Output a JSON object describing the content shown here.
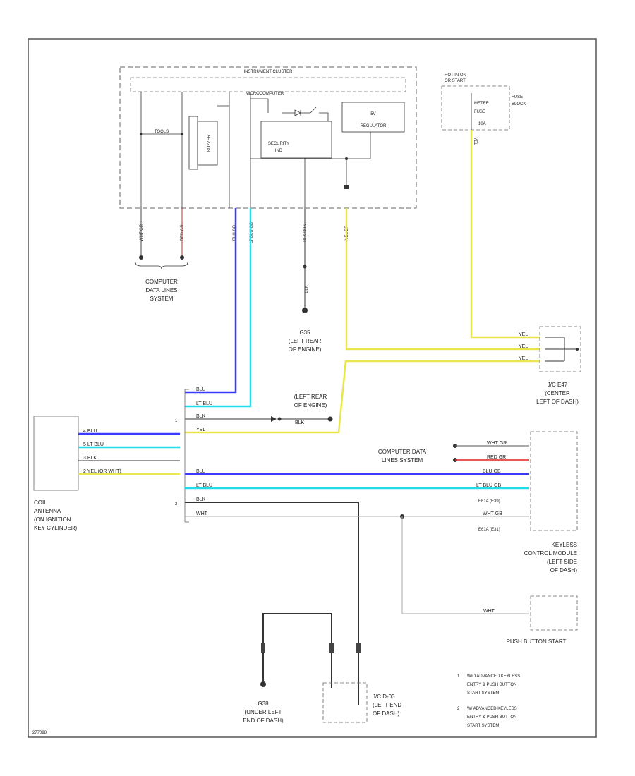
{
  "colors": {
    "blu": "#3a3aff",
    "lt_blu": "#22dcee",
    "yel": "#e8e64a",
    "blk": "#303030",
    "red": "#e02020",
    "wht": "#b0b0b0",
    "line": "#333333"
  },
  "cluster": {
    "title": "INSTRUMENT CLUSTER",
    "tools_label": "TOOLS",
    "microcomputer": "MICROCOMPUTER",
    "buzzer": "BUZZER",
    "security": "SECURITY",
    "security_2": "IND",
    "regulator": "5V",
    "regulator_2": "REGULATOR"
  },
  "fuse": {
    "hot": "HOT IN ON",
    "hot_2": "OR START",
    "fuse_label": "METER",
    "fuse_label_2": "FUSE",
    "fuse_label_3": "10A",
    "block": "FUSE",
    "block_2": "BLOCK"
  },
  "cluster_pins": {
    "p1": "WHT GR",
    "p2": "RED GR",
    "p3": "BLU GB",
    "p4": "LT BLU GB",
    "p5": "BLK BRN",
    "p6": "YEL BR"
  },
  "cdl_top": {
    "line1": "COMPUTER",
    "line2": "DATA LINES",
    "line3": "SYSTEM"
  },
  "ground_center": {
    "label": "G35",
    "line2": "(LEFT REAR",
    "line3": "OF ENGINE)",
    "wire": "BLK"
  },
  "jc": {
    "line1": "J/C E47",
    "line2": "(CENTER",
    "line3": "LEFT OF DASH)",
    "w1": "YEL",
    "w2": "YEL",
    "w3": "YEL"
  },
  "left_group": {
    "w1": "BLU",
    "w2": "LT BLU",
    "w3": "BLK",
    "w4": "YEL",
    "n1": "1",
    "gnd_line1": "(LEFT REAR",
    "gnd_line2": "OF ENGINE)",
    "gnd_wire": "BLK"
  },
  "coil": {
    "w1": "4 BLU",
    "w2": "5 LT BLU",
    "w3": "3 BLK",
    "w4": "2 YEL (OR WHT)",
    "line1": "COIL",
    "line2": "ANTENNA",
    "line3": "(ON IGNITION",
    "line4": "KEY CYLINDER)"
  },
  "lower_group": {
    "w1": "BLU",
    "w2": "LT BLU",
    "w3": "BLK",
    "w4": "WHT",
    "n2": "2"
  },
  "cdl_right": {
    "line1": "COMPUTER DATA",
    "line2": "LINES SYSTEM",
    "w1": "WHT GR",
    "w2": "RED GR"
  },
  "keyless": {
    "w3": "BLU GB",
    "w4": "LT BLU GB",
    "c1": "E61A (E39)",
    "w5": "WHT GB",
    "c2": "E61A (E31)",
    "line1": "KEYLESS",
    "line2": "CONTROL MODULE",
    "line3": "(LEFT SIDE",
    "line4": "OF DASH)"
  },
  "push": {
    "wire": "WHT",
    "label": "PUSH BUTTON START"
  },
  "ground_bottom": {
    "label": "G38",
    "line2": "(UNDER LEFT",
    "line3": "END OF DASH)"
  },
  "jc_bottom": {
    "line1": "J/C D-03",
    "line2": "(LEFT END",
    "line3": "OF DASH)"
  },
  "notes": {
    "n1": "1",
    "n1_line1": "W/O ADVANCED KEYLESS",
    "n1_line2": "ENTRY & PUSH BUTTON",
    "n1_line3": "START SYSTEM",
    "n2": "2",
    "n2_line1": "W/ ADVANCED KEYLESS",
    "n2_line2": "ENTRY & PUSH BUTTON",
    "n2_line3": "START SYSTEM"
  },
  "diagram_id": "277098"
}
